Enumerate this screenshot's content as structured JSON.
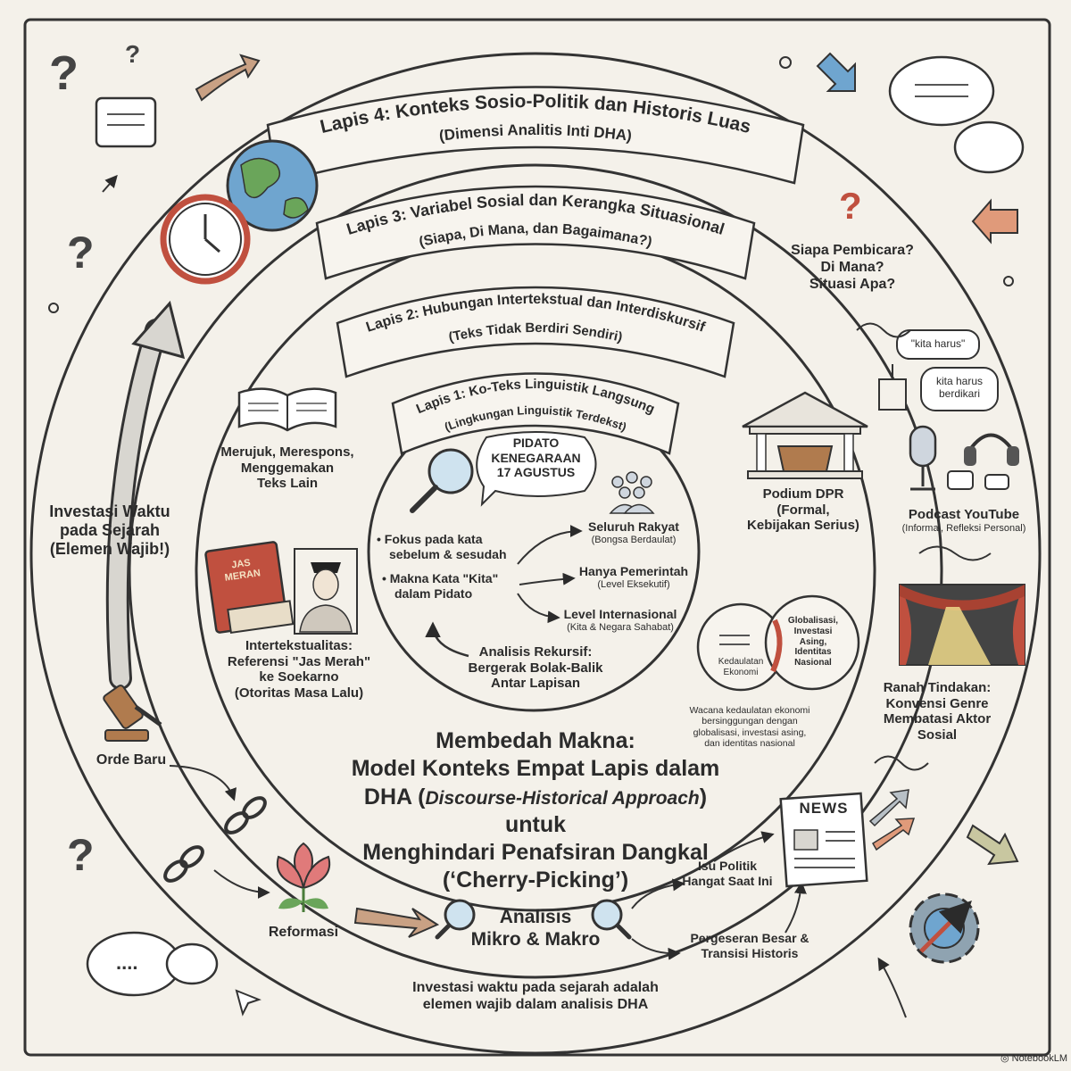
{
  "layers": {
    "lapis4": {
      "title": "Lapis 4: Konteks Sosio-Politik dan Historis Luas",
      "subtitle": "(Dimensi Analitis Inti DHA)"
    },
    "lapis3": {
      "title": "Lapis 3: Variabel Sosial dan Kerangka Situasional",
      "subtitle": "(Siapa, Di Mana, dan Bagaimana?)"
    },
    "lapis2": {
      "title": "Lapis 2: Hubungan Intertekstual dan Interdiskursif",
      "subtitle": "(Teks Tidak Berdiri Sendiri)"
    },
    "lapis1": {
      "title": "Lapis 1: Ko-Teks Linguistik Langsung",
      "subtitle": "(Lingkungan Linguistik Terdekst)"
    }
  },
  "center": {
    "speech_bubble": [
      "PIDATO",
      "KENEGARAAN",
      "17 AGUSTUS"
    ],
    "focus": [
      "Fokus pada kata",
      "sebelum & sesudah"
    ],
    "meaning": [
      "Makna Kata \"Kita\"",
      "dalam Pidato"
    ],
    "targets": [
      {
        "label": "Seluruh Rakyat",
        "sub": "(Bongsa Berdaulat)"
      },
      {
        "label": "Hanya Pemerintah",
        "sub": "(Level Eksekutif)"
      },
      {
        "label": "Level Internasional",
        "sub": "(Kita & Negara Sahabat)"
      }
    ],
    "recursive": [
      "Analisis Rekursif:",
      "Bergerak Bolak-Balik",
      "Antar Lapisan"
    ]
  },
  "main_title": {
    "line1": "Membedah Makna:",
    "line2": "Model Konteks Empat Lapis dalam",
    "line3_pre": "DHA (",
    "line3_em": "Discourse-Historical Approach",
    "line3_post": ") untuk",
    "line4": "Menghindari Penafsiran Dangkal",
    "line5": "(‘Cherry-Picking’)"
  },
  "left": {
    "book": [
      "Merujuk, Merespons,",
      "Menggemakan",
      "Teks Lain"
    ],
    "jas_book": [
      "JAS",
      "MERAN"
    ],
    "intertext": [
      "Intertekstualitas:",
      "Referensi \"Jas Merah\"",
      "ke Soekarno",
      "(Otoritas Masa Lalu)"
    ],
    "investasi": [
      "Investasi Waktu",
      "pada Sejarah",
      "(Elemen Wajib!)"
    ],
    "orde_baru": "Orde Baru",
    "reformasi": "Reformasi"
  },
  "right": {
    "siapa": [
      "Siapa Pembicara?",
      "Di Mana?",
      "Situasi Apa?"
    ],
    "bubble1": "\"kita harus\"",
    "bubble2": [
      "kita harus",
      "berdikari"
    ],
    "podium": [
      "Podium DPR",
      "(Formal,",
      "Kebijakan Serius)"
    ],
    "podcast": "Podcast YouTube",
    "podcast_sub": "(Informal, Refleksi Personal)",
    "venn_left": [
      "Kedaulatan",
      "Ekonomi"
    ],
    "venn_right": [
      "Globalisasi,",
      "Investasi",
      "Asing,",
      "Identitas",
      "Nasional"
    ],
    "venn_caption": [
      "Wacana kedaulatan ekonomi",
      "bersinggungan dengan",
      "globalisasi, investasi asing,",
      "dan identitas nasional"
    ],
    "ranah": [
      "Ranah Tindakan:",
      "Konvensi Genre",
      "Membatasi Aktor",
      "Sosial"
    ]
  },
  "bottom": {
    "news": "NEWS",
    "isu": [
      "Isu Politik",
      "Hangat Saat Ini"
    ],
    "analisis": [
      "Analisis",
      "Mikro & Makro"
    ],
    "pergeseran": [
      "Pergeseran Besar &",
      "Transisi Historis"
    ],
    "investasi_note": [
      "Investasi waktu pada sejarah adalah",
      "elemen wajib dalam analisis DHA"
    ]
  },
  "credit": "NotebookLM",
  "colors": {
    "background": "#f4f1ea",
    "ink": "#2b2b2b",
    "accent_red": "#c0503f",
    "accent_blue": "#4e86b8",
    "accent_green": "#6aa55a"
  }
}
